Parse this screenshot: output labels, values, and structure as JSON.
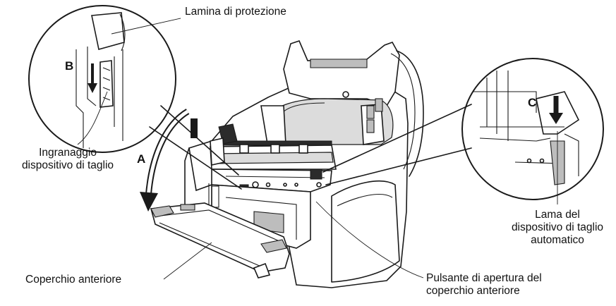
{
  "labels": {
    "protective_sheet": "Lamina di protezione",
    "cutter_gear_line1": "Ingranaggio",
    "cutter_gear_line2": "dispositivo di taglio",
    "front_cover": "Coperchio anteriore",
    "open_button_line1": "Pulsante di apertura del",
    "open_button_line2": "coperchio anteriore",
    "blade_line1": "Lama del",
    "blade_line2": "dispositivo di taglio",
    "blade_line3": "automatico"
  },
  "markers": {
    "a": "A",
    "b": "B",
    "c": "C"
  },
  "colors": {
    "ink": "#1a1a1a",
    "shading": "#dcdcdc",
    "dark_parts": "#2b2b2b"
  }
}
